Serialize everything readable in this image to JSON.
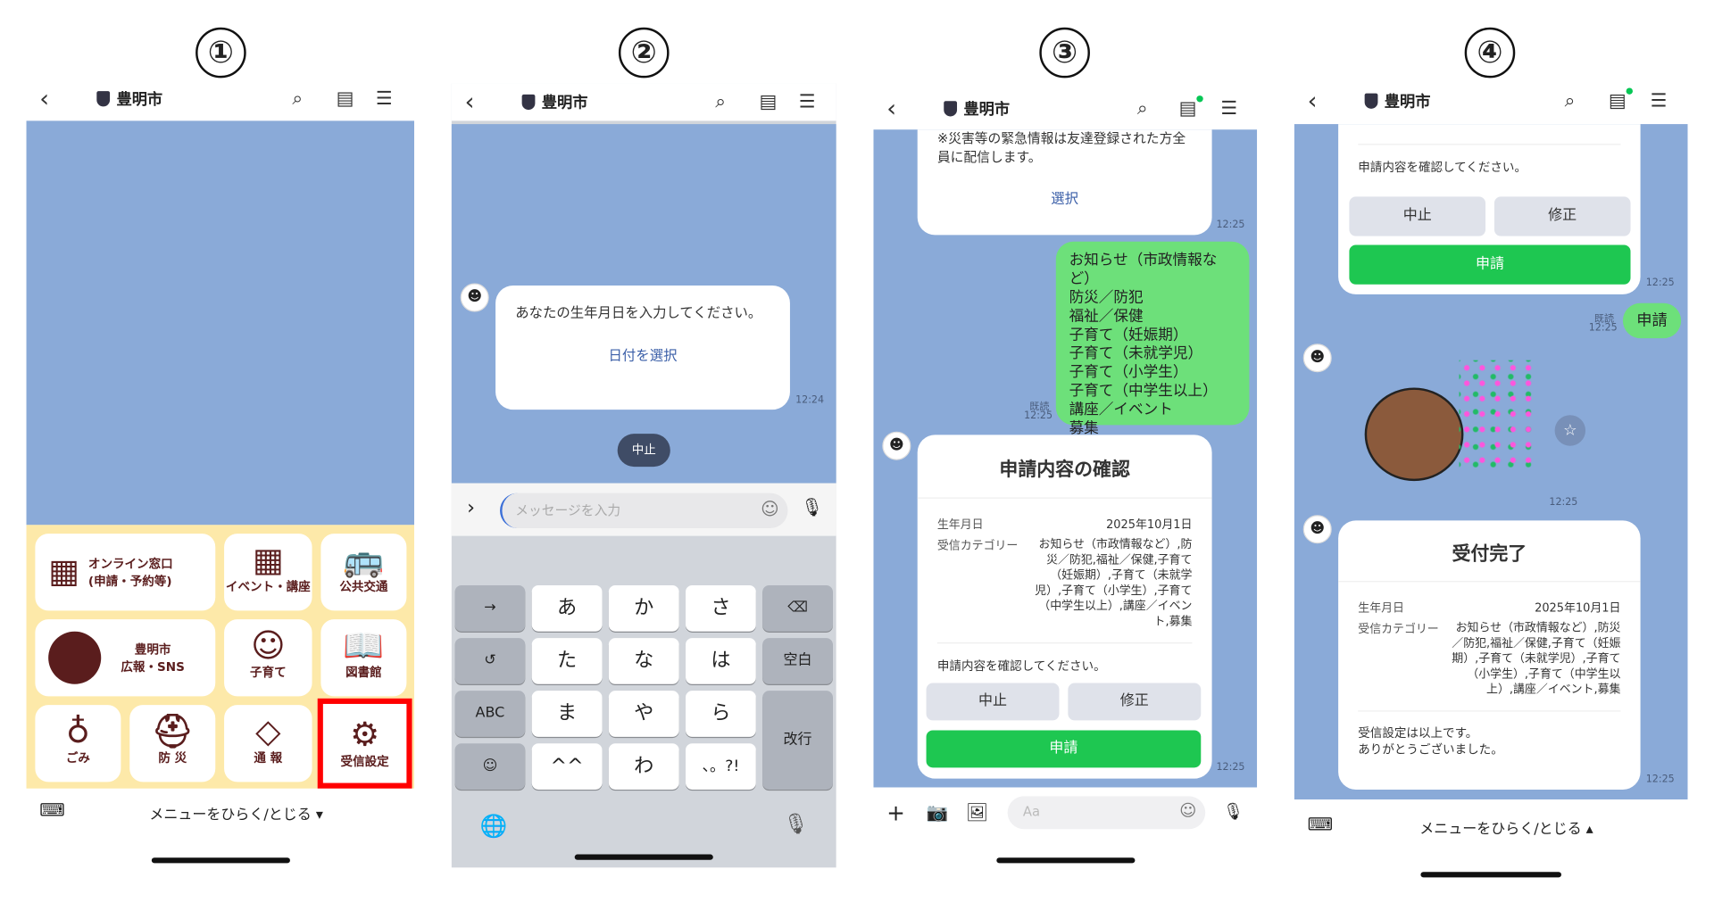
{
  "steps": [
    "①",
    "②",
    "③",
    "④"
  ],
  "header": {
    "title": "豊明市",
    "back_icon": "‹",
    "search_icon": "search",
    "notes_icon": "notes",
    "menu_icon": "☰"
  },
  "panel1": {
    "menu_items": [
      {
        "label": "オンライン窓口",
        "sub": "(申請・予約等)",
        "icon": "building"
      },
      {
        "label": "イベント・講座",
        "icon": "calendar"
      },
      {
        "label": "公共交通",
        "icon": "bus"
      },
      {
        "label": "豊明市",
        "sub": "広報・SNS",
        "icon": "city-logo"
      },
      {
        "label": "子育て",
        "icon": "baby"
      },
      {
        "label": "図書館",
        "icon": "book"
      },
      {
        "label": "ごみ",
        "icon": "garbage-bags"
      },
      {
        "label": "防 災",
        "icon": "helmet"
      },
      {
        "label": "通 報",
        "icon": "warning"
      },
      {
        "label": "受信設定",
        "icon": "gear"
      }
    ],
    "highlight_color": "#ff0000",
    "toggle_label": "メニューをひらく/とじる ▾"
  },
  "panel2": {
    "prompt": "あなたの生年月日を入力してください。",
    "date_link": "日付を選択",
    "time": "12:24",
    "cancel_chip": "中止",
    "input_placeholder": "メッセージを入力",
    "keyboard": {
      "row1": [
        "→",
        "あ",
        "か",
        "さ",
        "⌫"
      ],
      "row2": [
        "↺",
        "た",
        "な",
        "は",
        "空白"
      ],
      "row3": [
        "ABC",
        "ま",
        "や",
        "ら"
      ],
      "row4": [
        "☺",
        "^^",
        "わ",
        "、。?!"
      ],
      "enter": "改行"
    }
  },
  "panel3": {
    "notice": "※災害等の緊急情報は友達登録された方全員に配信します。",
    "select_link": "選択",
    "time": "12:25",
    "read": "既読",
    "selected_categories": [
      "お知らせ（市政情報など）",
      "防災／防犯",
      "福祉／保健",
      "子育て（妊娠期）",
      "子育て（未就学児）",
      "子育て（小学生）",
      "子育て（中学生以上）",
      "講座／イベント",
      "募集"
    ],
    "confirm_title": "申請内容の確認",
    "birth_label": "生年月日",
    "birth_value": "2025年10月1日",
    "category_label": "受信カテゴリー",
    "category_value": "お知らせ（市政情報など）,防災／防犯,福祉／保健,子育て（妊娠期）,子育て（未就学児）,子育て（小学生）,子育て（中学生以上）,講座／イベント,募集",
    "confirm_text": "申請内容を確認してください。",
    "cancel": "中止",
    "edit": "修正",
    "apply": "申請",
    "input_placeholder": "Aa"
  },
  "panel4": {
    "confirm_text": "申請内容を確認してください。",
    "cancel": "中止",
    "edit": "修正",
    "apply": "申請",
    "time": "12:25",
    "read": "既読",
    "sent": "申請",
    "done_title": "受付完了",
    "birth_label": "生年月日",
    "birth_value": "2025年10月1日",
    "category_label": "受信カテゴリー",
    "category_value": "お知らせ（市政情報など）,防災／防犯,福祉／保健,子育て（妊娠期）,子育て（未就学児）,子育て（小学生）,子育て（中学生以上）,講座／イベント,募集",
    "thanks_line1": "受信設定は以上です。",
    "thanks_line2": "ありがとうございました。",
    "toggle_label": "メニューをひらく/とじる ▴"
  }
}
